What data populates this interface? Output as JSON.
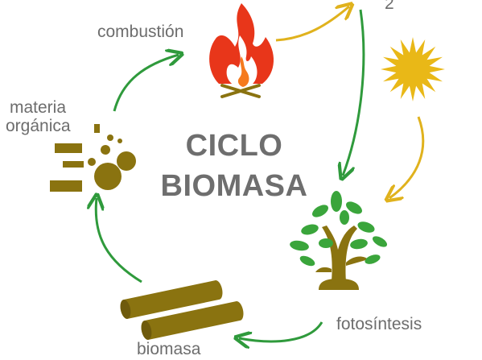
{
  "title": {
    "line1": "CICLO",
    "line2": "BIOMASA"
  },
  "labels": {
    "combustion": "combustión",
    "materia_line1": "materia",
    "materia_line2": "orgánica",
    "fotosintesis": "fotosíntesis",
    "biomasa": "biomasa",
    "co2_fragment": "2"
  },
  "colors": {
    "text": "#6d6d6d",
    "arrow_green": "#2f9a3c",
    "arrow_yellow": "#e0b21d",
    "olive": "#8a7310",
    "flame_red": "#e8361a",
    "flame_orange": "#f57a1e",
    "sun": "#e9b817",
    "leaf_green": "#3aa53b"
  },
  "icons": [
    "fire-icon",
    "sun-icon",
    "tree-icon",
    "logs-icon",
    "organic-matter-icon"
  ]
}
